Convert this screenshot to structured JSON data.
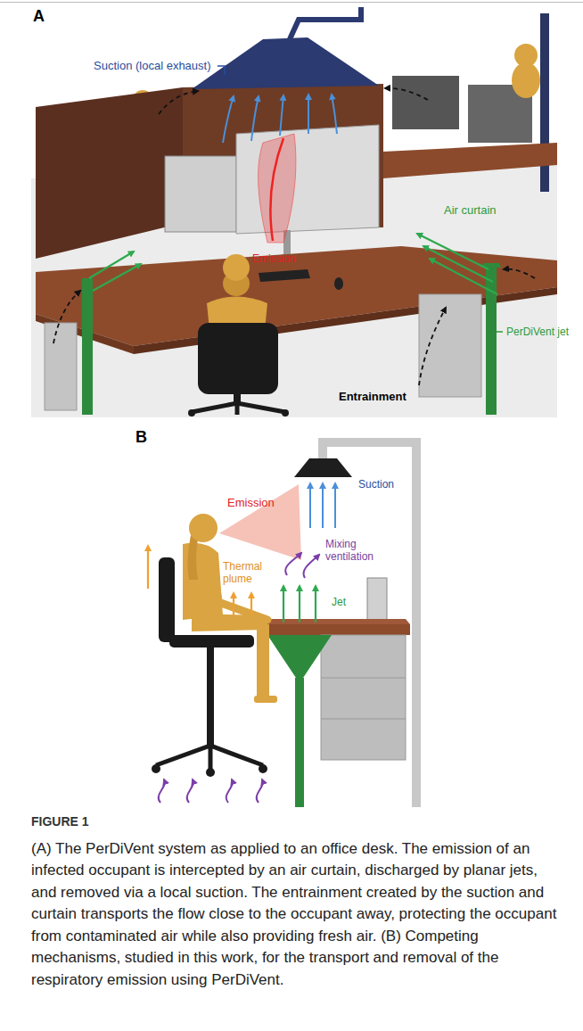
{
  "diagram": {
    "caption": "(A) The PerDiVent system as applied to an office desk. The emission of an infected occupant is intercepted by an air curtain, discharged by planar jets, and removed via a local suction. The entrainment created by the suction and curtain transports the flow close to the occupant away, protecting the occupant from contaminated air while also providing fresh air. (B) Competing mechanisms, studied in this work, for the transport and removal of the respiratory emission using PerDiVent.",
    "labels": [
      "A",
      "Suction (local exhaust)",
      "Emission",
      "Air curtain",
      "PerDiVent jet",
      "Entrainment",
      "B",
      "Emission",
      "Suction",
      "Mixing ventilation",
      "Thermal plume",
      "Jet",
      "FIGURE 1"
    ]
  }
}
